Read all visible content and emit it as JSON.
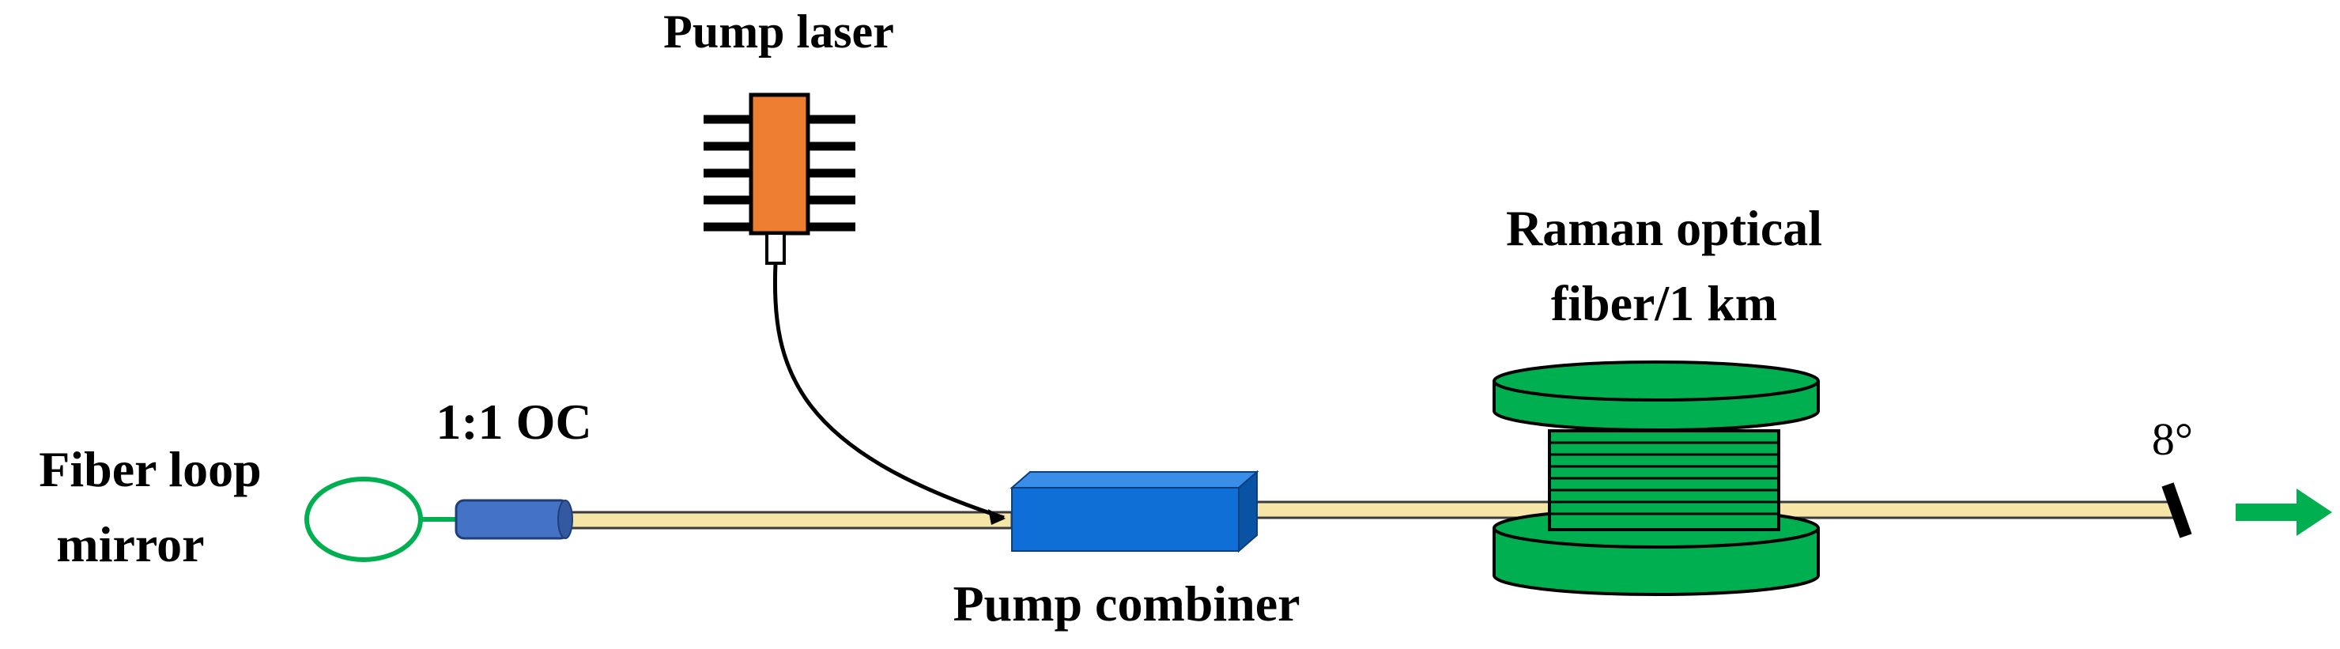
{
  "labels": {
    "pump_laser": "Pump laser",
    "raman_line1": "Raman optical",
    "raman_line2": "fiber/1 km",
    "coupler": "1:1 OC",
    "loop_line1": "Fiber loop",
    "loop_line2": "mirror",
    "combiner": "Pump combiner",
    "angle": "8°"
  },
  "colors": {
    "fiber": "#f5e6a8",
    "fiber_outline": "#3a3a3a",
    "laser_body": "#ed7d31",
    "coupler": "#4472c4",
    "combiner_front": "#0f6fd6",
    "combiner_top": "#3a8ee8",
    "combiner_side": "#0a52a3",
    "spool": "#00b050",
    "spool_dark": "#007a35",
    "loop": "#00b050",
    "output_arrow": "#00b050"
  }
}
